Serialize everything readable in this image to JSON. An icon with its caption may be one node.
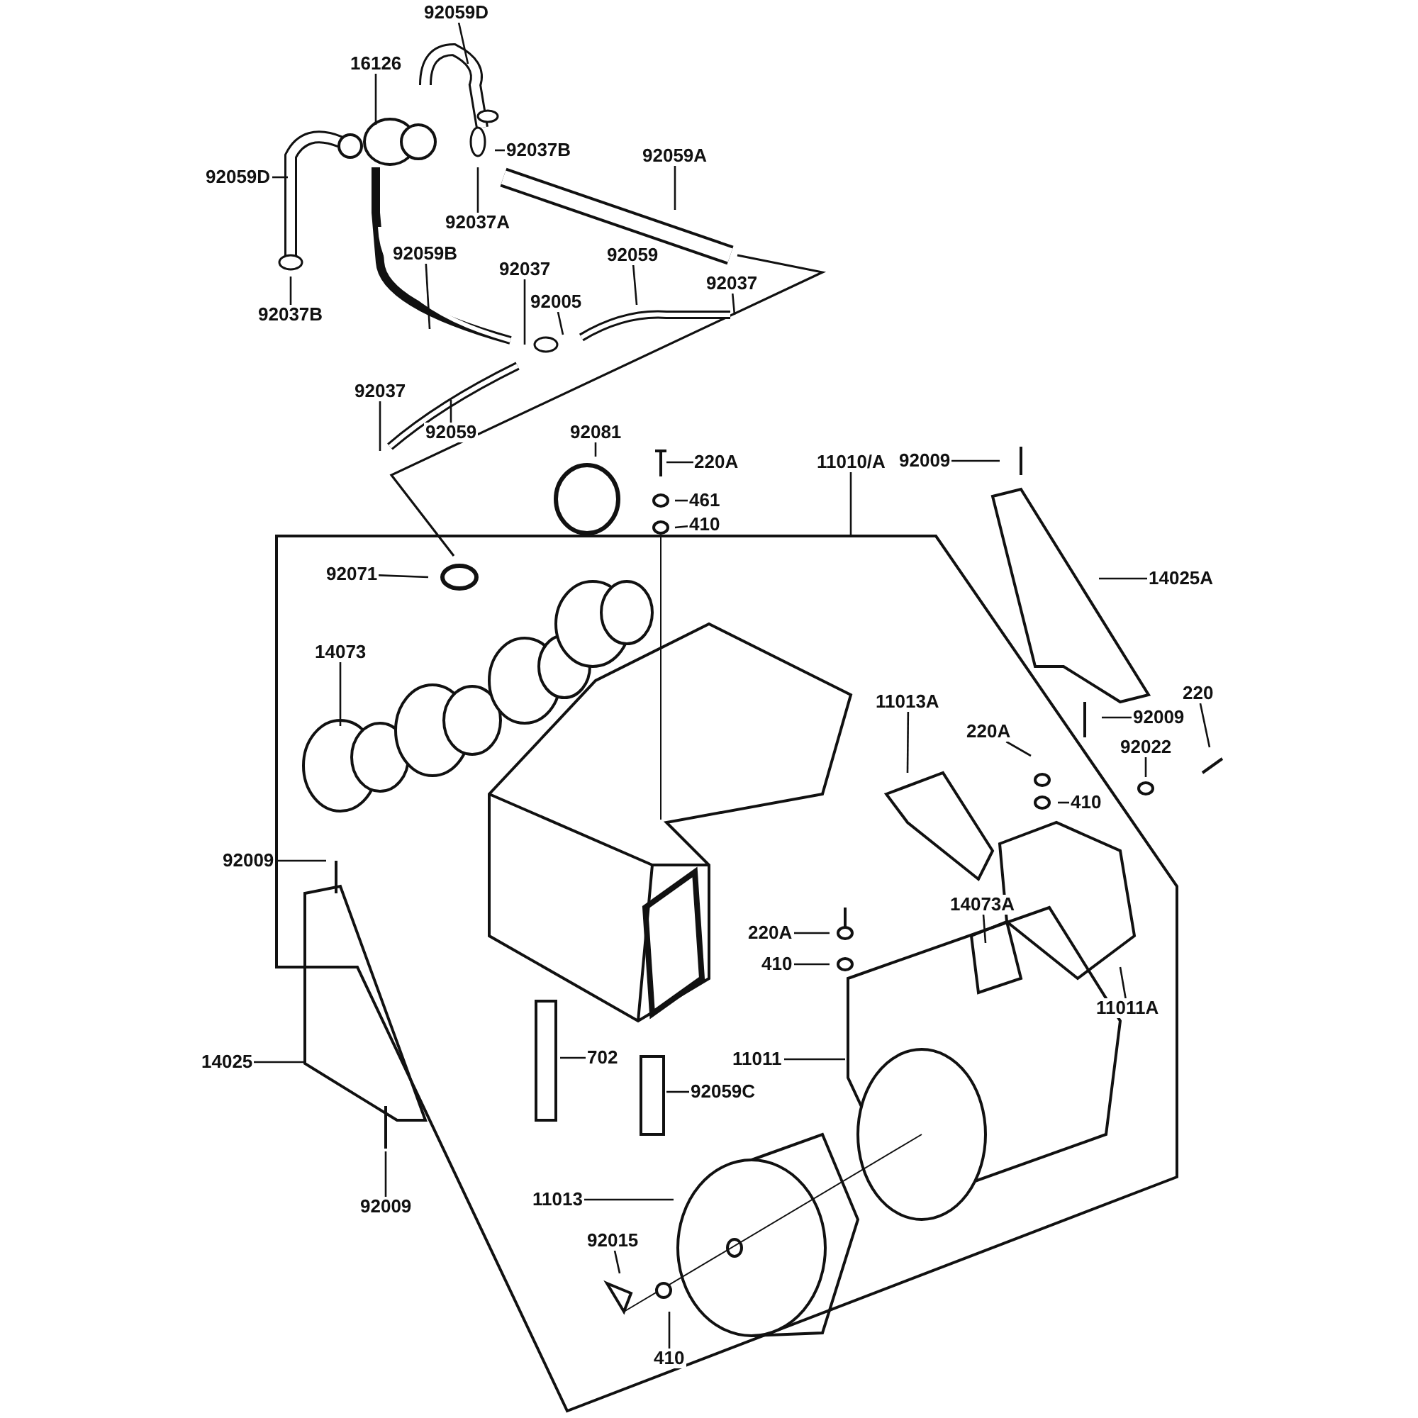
{
  "diagram": {
    "nodes": [
      {
        "text": [
          "92059D"
        ]
      },
      {
        "text": [
          "16126"
        ]
      },
      {
        "text": [
          "92037B"
        ]
      },
      {
        "text": [
          "92059D"
        ]
      },
      {
        "text": [
          "92059A"
        ]
      },
      {
        "text": [
          "92037A"
        ]
      },
      {
        "text": [
          "92037B"
        ]
      },
      {
        "text": [
          "92059B"
        ]
      },
      {
        "text": [
          "92037"
        ]
      },
      {
        "text": [
          "92005"
        ]
      },
      {
        "text": [
          "92059"
        ]
      },
      {
        "text": [
          "92037"
        ]
      },
      {
        "text": [
          "92037"
        ]
      },
      {
        "text": [
          "92059"
        ]
      },
      {
        "text": [
          "92081"
        ]
      },
      {
        "text": [
          "220A"
        ]
      },
      {
        "text": [
          "461"
        ]
      },
      {
        "text": [
          "410"
        ]
      },
      {
        "text": [
          "11010/A"
        ]
      },
      {
        "text": [
          "92009"
        ]
      },
      {
        "text": [
          "14025A"
        ]
      },
      {
        "text": [
          "92071"
        ]
      },
      {
        "text": [
          "14073"
        ]
      },
      {
        "text": [
          "11013A"
        ]
      },
      {
        "text": [
          "220A"
        ]
      },
      {
        "text": [
          "92009"
        ]
      },
      {
        "text": [
          "220"
        ]
      },
      {
        "text": [
          "92022"
        ]
      },
      {
        "text": [
          "410"
        ]
      },
      {
        "text": [
          "92009"
        ]
      },
      {
        "text": [
          "14073A"
        ]
      },
      {
        "text": [
          "220A"
        ]
      },
      {
        "text": [
          "410"
        ]
      },
      {
        "text": [
          "11011A"
        ]
      },
      {
        "text": [
          "14025"
        ]
      },
      {
        "text": [
          "702"
        ]
      },
      {
        "text": [
          "11011"
        ]
      },
      {
        "text": [
          "92059C"
        ]
      },
      {
        "text": [
          "11013"
        ]
      },
      {
        "text": [
          "92015"
        ]
      },
      {
        "text": [
          "92009"
        ]
      },
      {
        "text": [
          "410"
        ]
      }
    ],
    "edges": [
      {
        "from": 0,
        "to": null,
        "arrow": "none"
      },
      {
        "from": 1,
        "to": null,
        "arrow": "none"
      },
      {
        "from": 2,
        "to": null,
        "arrow": "none"
      },
      {
        "from": 3,
        "to": null,
        "arrow": "none"
      },
      {
        "from": 4,
        "to": null,
        "arrow": "none"
      },
      {
        "from": 5,
        "to": null,
        "arrow": "none"
      },
      {
        "from": 6,
        "to": null,
        "arrow": "none"
      },
      {
        "from": 7,
        "to": null,
        "arrow": "none"
      },
      {
        "from": 8,
        "to": null,
        "arrow": "none"
      },
      {
        "from": 9,
        "to": null,
        "arrow": "none"
      },
      {
        "from": 10,
        "to": null,
        "arrow": "none"
      },
      {
        "from": 11,
        "to": null,
        "arrow": "none"
      },
      {
        "from": 12,
        "to": null,
        "arrow": "none"
      },
      {
        "from": 13,
        "to": null,
        "arrow": "none"
      },
      {
        "from": 14,
        "to": null,
        "arrow": "none"
      },
      {
        "from": 15,
        "to": null,
        "arrow": "none"
      },
      {
        "from": 16,
        "to": null,
        "arrow": "none"
      },
      {
        "from": 17,
        "to": null,
        "arrow": "none"
      },
      {
        "from": 18,
        "to": null,
        "arrow": "none"
      },
      {
        "from": 19,
        "to": null,
        "arrow": "none"
      },
      {
        "from": 20,
        "to": null,
        "arrow": "none"
      },
      {
        "from": 21,
        "to": null,
        "arrow": "none"
      },
      {
        "from": 22,
        "to": null,
        "arrow": "none"
      },
      {
        "from": 23,
        "to": null,
        "arrow": "none"
      },
      {
        "from": 24,
        "to": null,
        "arrow": "none"
      },
      {
        "from": 25,
        "to": null,
        "arrow": "none"
      },
      {
        "from": 26,
        "to": null,
        "arrow": "none"
      },
      {
        "from": 27,
        "to": null,
        "arrow": "none"
      },
      {
        "from": 28,
        "to": null,
        "arrow": "none"
      },
      {
        "from": 29,
        "to": null,
        "arrow": "none"
      },
      {
        "from": 30,
        "to": null,
        "arrow": "none"
      },
      {
        "from": 31,
        "to": null,
        "arrow": "none"
      },
      {
        "from": 32,
        "to": null,
        "arrow": "none"
      },
      {
        "from": 33,
        "to": null,
        "arrow": "none"
      },
      {
        "from": 34,
        "to": null,
        "arrow": "none"
      },
      {
        "from": 35,
        "to": null,
        "arrow": "none"
      },
      {
        "from": 36,
        "to": null,
        "arrow": "none"
      },
      {
        "from": 37,
        "to": null,
        "arrow": "none"
      },
      {
        "from": 38,
        "to": null,
        "arrow": "none"
      },
      {
        "from": 39,
        "to": null,
        "arrow": "none"
      },
      {
        "from": 40,
        "to": null,
        "arrow": "none"
      },
      {
        "from": 41,
        "to": null,
        "arrow": "none"
      }
    ]
  }
}
